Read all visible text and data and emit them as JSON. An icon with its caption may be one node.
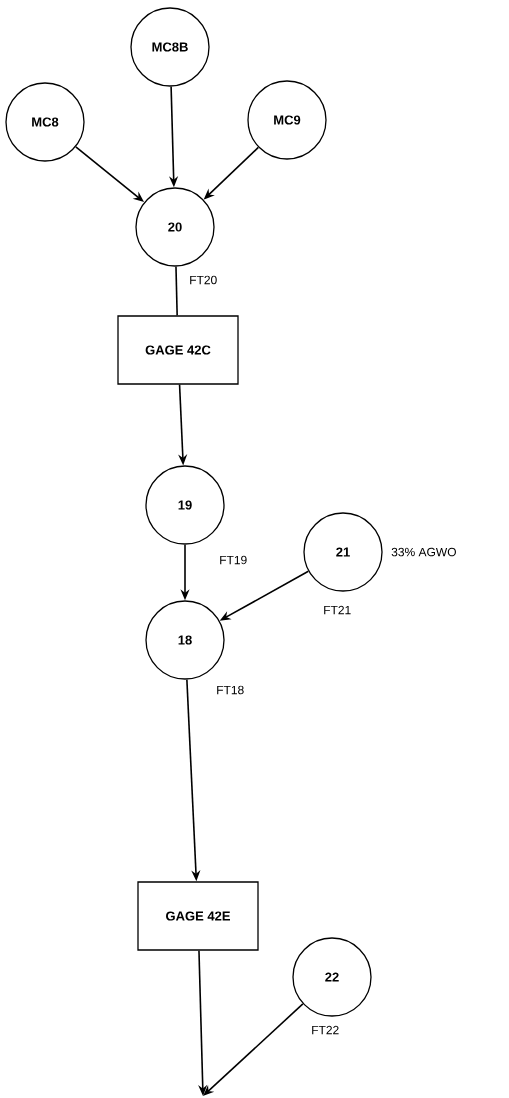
{
  "diagram": {
    "nodes": [
      {
        "text": [
          "MC8"
        ]
      },
      {
        "text": [
          "MC8B"
        ]
      },
      {
        "text": [
          "MC9"
        ]
      },
      {
        "text": [
          "20"
        ]
      },
      {
        "text": [
          "GAGE 42C"
        ]
      },
      {
        "text": [
          "19"
        ]
      },
      {
        "text": [
          "21"
        ],
        "beside": [
          "33% AGWO"
        ]
      },
      {
        "text": [
          "18"
        ]
      },
      {
        "text": [
          "GAGE 42E"
        ]
      },
      {
        "text": [
          "22"
        ]
      }
    ],
    "edges": [
      {
        "from": 0,
        "to": 3,
        "arrow": "to"
      },
      {
        "from": 1,
        "to": 3,
        "arrow": "to"
      },
      {
        "from": 2,
        "to": 3,
        "arrow": "to"
      },
      {
        "from": 3,
        "to": 4,
        "arrow": "none",
        "label": "FT20"
      },
      {
        "from": 4,
        "to": 5,
        "arrow": "to"
      },
      {
        "from": 5,
        "to": 7,
        "arrow": "to",
        "label": "FT19"
      },
      {
        "from": 6,
        "to": 7,
        "arrow": "to",
        "label": "FT21"
      },
      {
        "from": 7,
        "to": 8,
        "arrow": "to",
        "label": "FT18"
      },
      {
        "from": 8,
        "to": null,
        "arrow": "to"
      },
      {
        "from": 9,
        "to": null,
        "arrow": "to",
        "label": "FT22"
      }
    ]
  }
}
